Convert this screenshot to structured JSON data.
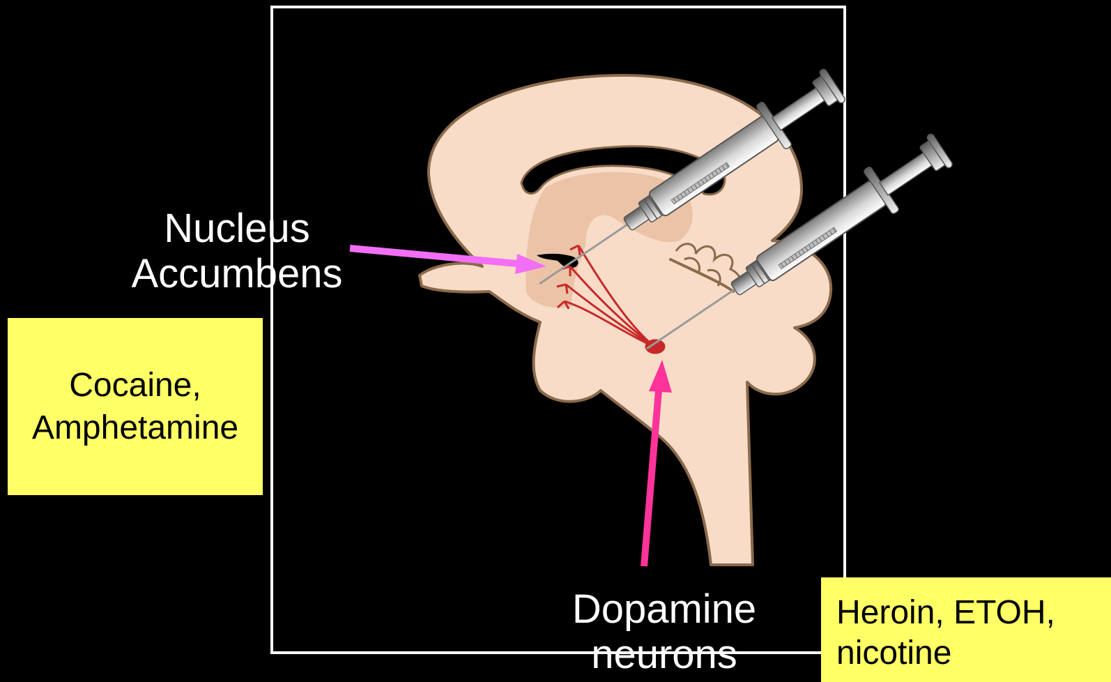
{
  "labels": {
    "nucleus_accumbens": [
      "Nucleus",
      "Accumbens"
    ],
    "dopamine_neurons": [
      "Dopamine",
      "neurons"
    ]
  },
  "drug_boxes": {
    "stimulants": [
      "Cocaine,",
      "Amphetamine"
    ],
    "opiates_alcohol_nicotine": [
      "Heroin, ETOH,",
      "nicotine"
    ]
  },
  "colors": {
    "background": "#000000",
    "frame": "#ffffff",
    "brain_fill": "#f8dcc8",
    "brain_outline": "#8a6a4a",
    "deep_region": "#ebc3a6",
    "dopamine_pathway": "#c82828",
    "nucleus_accumbens_arrow": "#f26ef5",
    "dopamine_arrow": "#ff3399",
    "label_box": "#ffff66"
  }
}
